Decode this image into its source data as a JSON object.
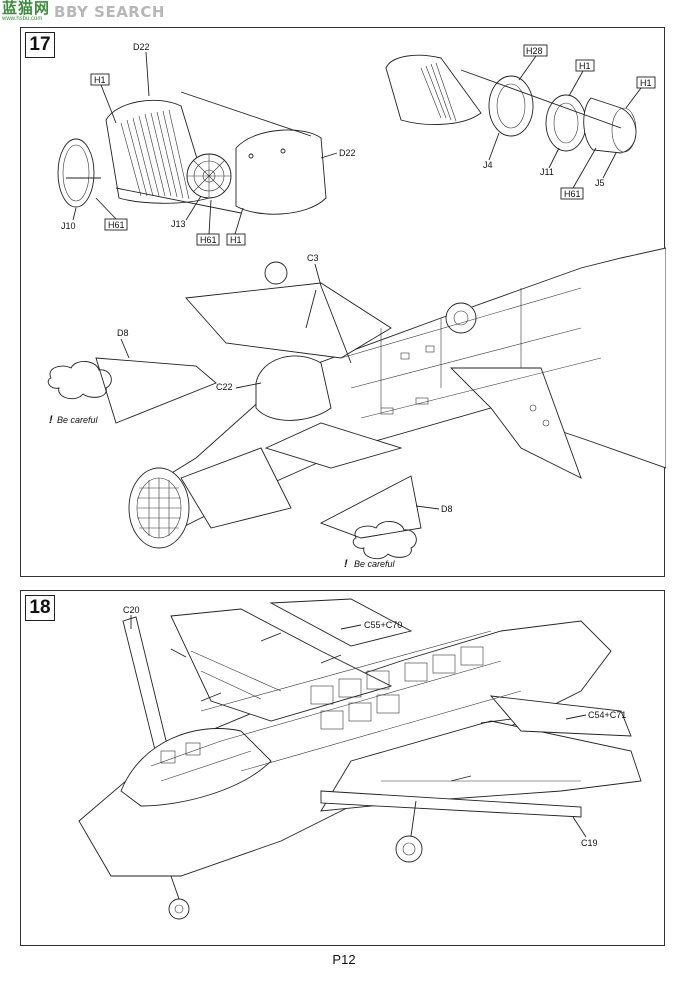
{
  "watermark": {
    "logo_cn": "蓝猫网",
    "logo_url": "www.hsbu.com",
    "text": "BBY SEARCH"
  },
  "step17": {
    "number": "17",
    "parts": {
      "d22_top": "D22",
      "d22_right": "D22",
      "h1_left": "H1",
      "j10": "J10",
      "h61_left": "H61",
      "j13": "J13",
      "h61_mid": "H61",
      "h1_mid": "H1",
      "h28": "H28",
      "h1_right_a": "H1",
      "h1_right_b": "H1",
      "j4": "J4",
      "j11": "J11",
      "h61_right": "H61",
      "j5": "J5",
      "c3": "C3",
      "d8_left": "D8",
      "c22": "C22",
      "d8_right": "D8"
    },
    "warning_mark": "!",
    "warning_text": "Be careful",
    "warning_mark_2": "!",
    "warning_text_2": "Be careful"
  },
  "step18": {
    "number": "18",
    "parts": {
      "c20": "C20",
      "c55_c70": "C55+C70",
      "c54_c71": "C54+C71",
      "c19": "C19"
    }
  },
  "page": {
    "number": "P12"
  }
}
